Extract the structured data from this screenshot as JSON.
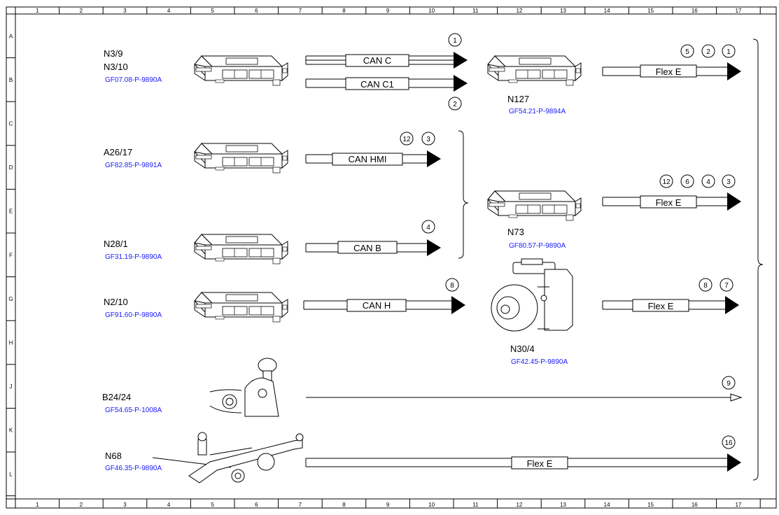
{
  "grid": {
    "columns": [
      "1",
      "2",
      "3",
      "4",
      "5",
      "6",
      "7",
      "8",
      "9",
      "10",
      "11",
      "12",
      "13",
      "14",
      "15",
      "16",
      "17"
    ],
    "rows": [
      "A",
      "B",
      "C",
      "D",
      "E",
      "F",
      "G",
      "H",
      "J",
      "K",
      "L"
    ]
  },
  "components": [
    {
      "id": "n39",
      "labels": [
        "N3/9",
        "N3/10"
      ],
      "ref": "GF07.08-P-9890A"
    },
    {
      "id": "a2617",
      "labels": [
        "A26/17"
      ],
      "ref": "GF82.85-P-9891A"
    },
    {
      "id": "n281",
      "labels": [
        "N28/1"
      ],
      "ref": "GF31.19-P-9890A"
    },
    {
      "id": "n210",
      "labels": [
        "N2/10"
      ],
      "ref": "GF91.60-P-9890A"
    },
    {
      "id": "b2424",
      "labels": [
        "B24/24"
      ],
      "ref": "GF54.65-P-1008A"
    },
    {
      "id": "n68",
      "labels": [
        "N68"
      ],
      "ref": "GF46.35-P-9890A"
    },
    {
      "id": "n127",
      "labels": [
        "N127"
      ],
      "ref": "GF54.21-P-9894A"
    },
    {
      "id": "n73",
      "labels": [
        "N73"
      ],
      "ref": "GF80.57-P-9890A"
    },
    {
      "id": "n304",
      "labels": [
        "N30/4"
      ],
      "ref": "GF42.45-P-9890A"
    }
  ],
  "buses": [
    {
      "id": "canc",
      "label": "CAN C",
      "markers": [
        "1"
      ]
    },
    {
      "id": "canc1",
      "label": "CAN C1",
      "markers": [
        "2"
      ]
    },
    {
      "id": "canhmi",
      "label": "CAN HMI",
      "markers": [
        "12",
        "3"
      ]
    },
    {
      "id": "canb",
      "label": "CAN B",
      "markers": [
        "4"
      ]
    },
    {
      "id": "canh",
      "label": "CAN H",
      "markers": [
        "8"
      ]
    },
    {
      "id": "b24line",
      "label": "",
      "markers": [
        "9"
      ]
    },
    {
      "id": "n68flex",
      "label": "Flex E",
      "markers": [
        "16"
      ]
    },
    {
      "id": "n127flex",
      "label": "Flex E",
      "markers": [
        "5",
        "2",
        "1"
      ]
    },
    {
      "id": "n73flex",
      "label": "Flex E",
      "markers": [
        "12",
        "6",
        "4",
        "3"
      ]
    },
    {
      "id": "n304flex",
      "label": "Flex E",
      "markers": [
        "8",
        "7"
      ]
    }
  ],
  "colors": {
    "reference": "#1a1aff",
    "line": "#000000"
  }
}
